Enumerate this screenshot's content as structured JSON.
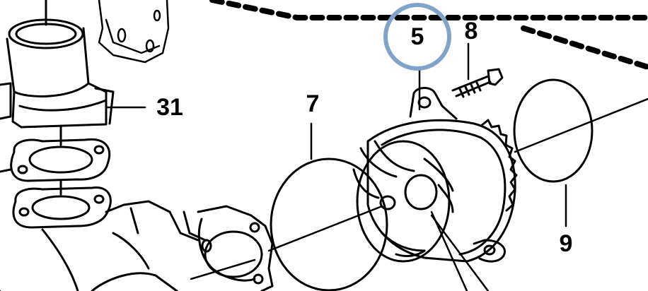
{
  "diagram": {
    "callouts": {
      "part_5": "5",
      "part_7": "7",
      "part_8": "8",
      "part_9": "9",
      "part_31": "31"
    },
    "highlight_color": "#7fa3c9",
    "line_color": "#000000"
  }
}
